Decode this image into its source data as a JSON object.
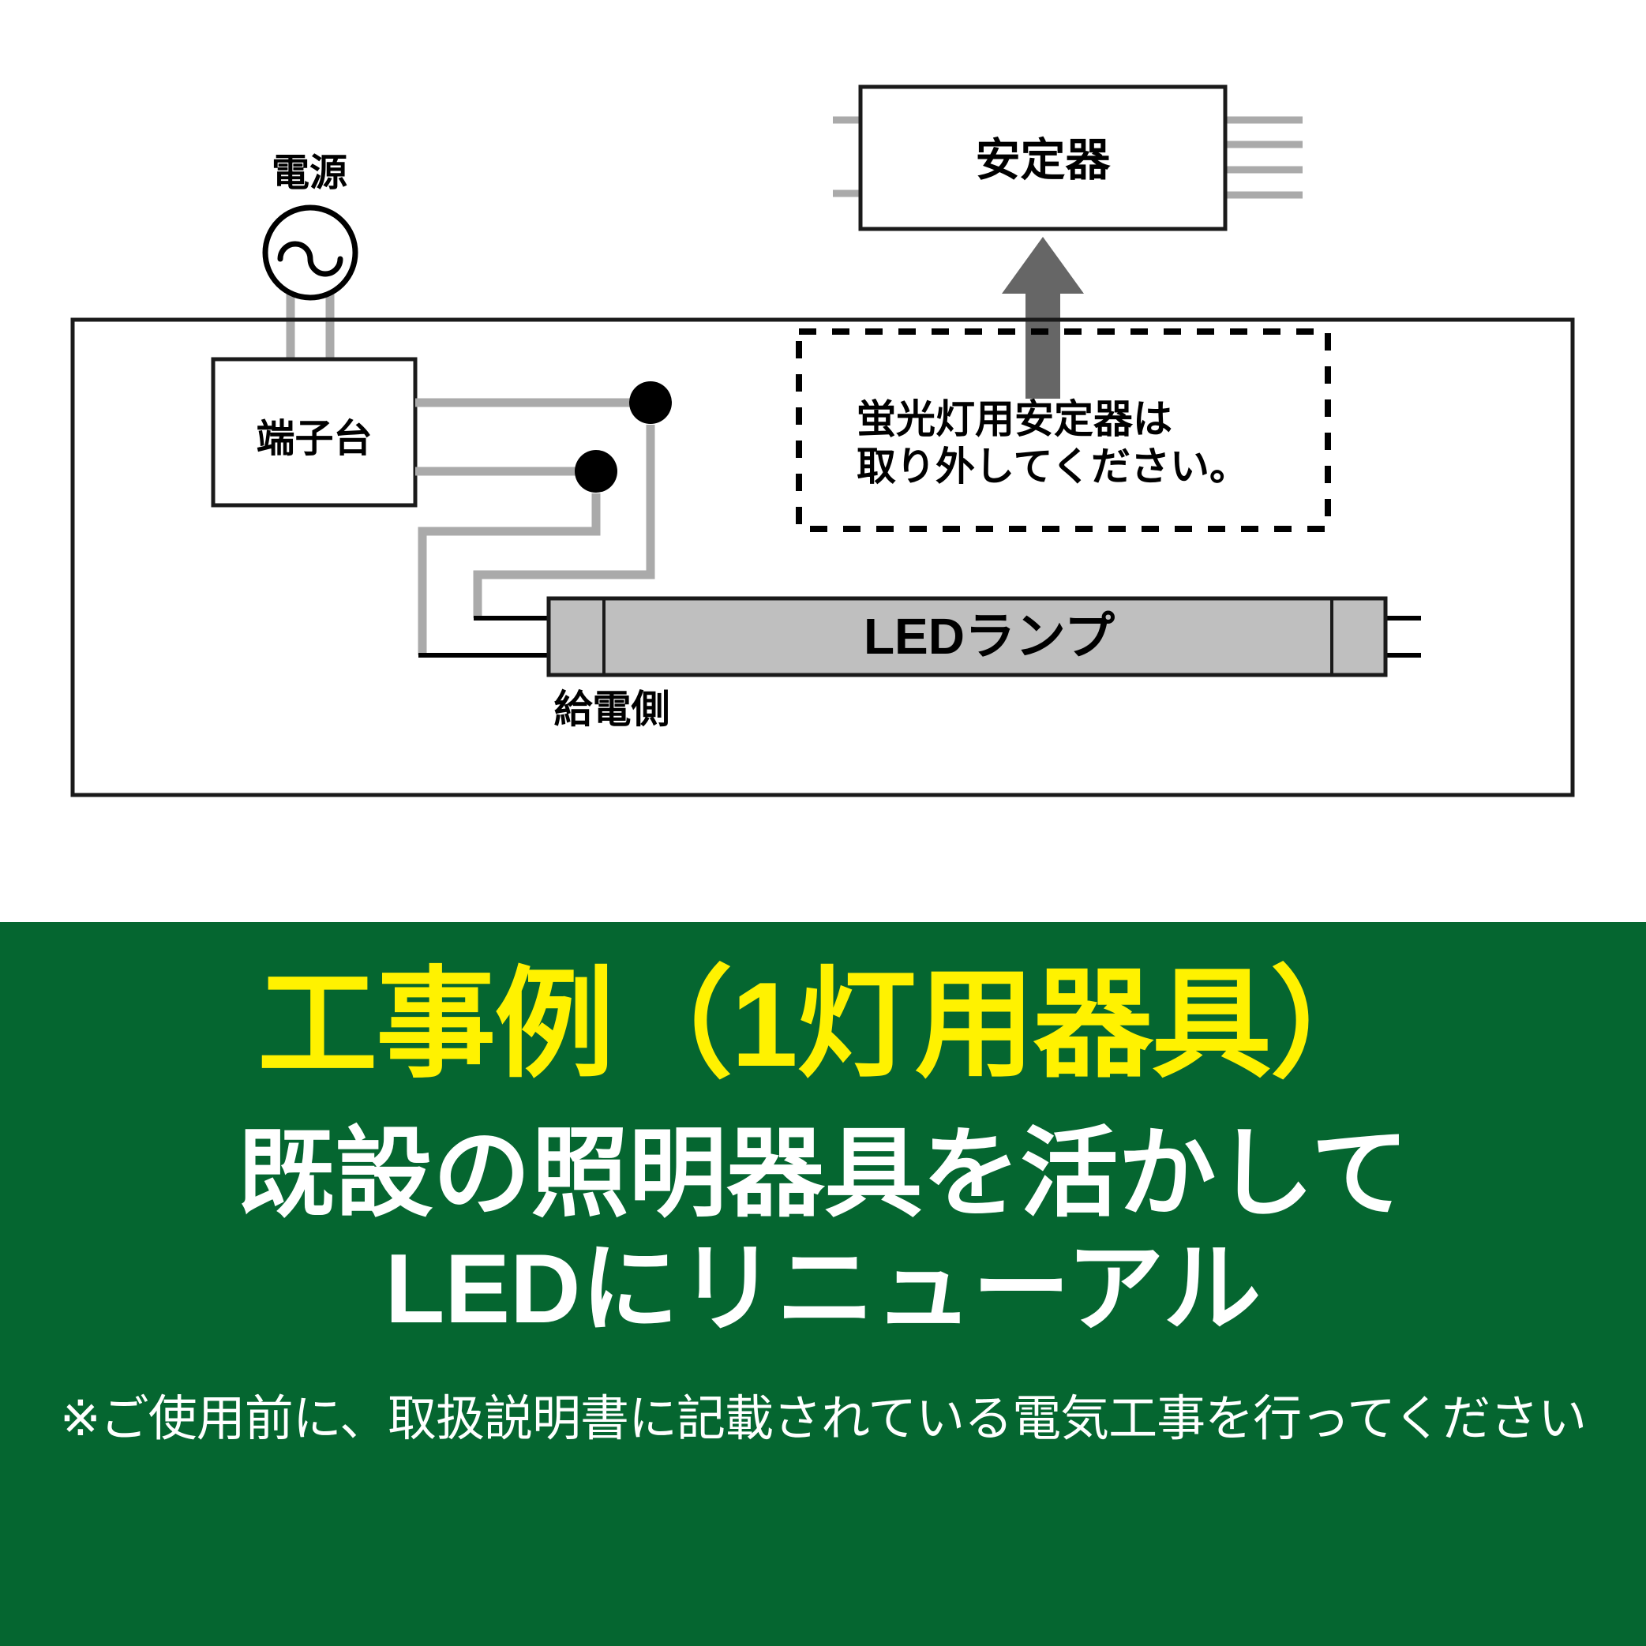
{
  "diagram": {
    "power_source_label": "電源",
    "power_source_symbol": "ac-source",
    "terminal_block_label": "端子台",
    "ballast_label": "安定器",
    "warning_box_line1": "蛍光灯用安定器は",
    "warning_box_line2": "取り外してください。",
    "lamp_label": "LEDランプ",
    "feed_side_label": "給電側",
    "colors": {
      "wire": "#aaaaaa",
      "outline": "#1a1a1a",
      "lamp_fill": "#bfbfbf",
      "arrow": "#666666",
      "node": "#000000"
    }
  },
  "promo": {
    "title": "工事例（1灯用器具）",
    "subtitle_line1": "既設の照明器具を活かして",
    "subtitle_line2": "LEDにリニューアル",
    "note": "※ご使用前に、取扱説明書に記載されている電気工事を行ってください",
    "colors": {
      "background": "#056630",
      "title": "#fff200",
      "text": "#ffffff"
    }
  }
}
